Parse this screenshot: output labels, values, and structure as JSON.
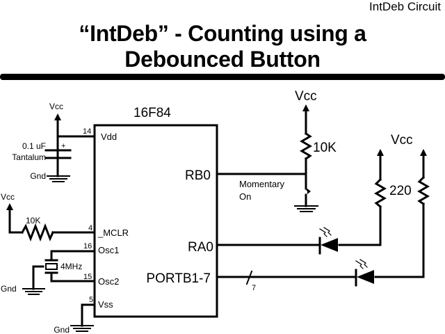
{
  "header": {
    "corner_label": "IntDeb Circuit",
    "title_line1": "“IntDeb” - Counting using a",
    "title_line2": "Debounced Button"
  },
  "chip": {
    "name": "16F84",
    "pins_left": [
      {
        "number": "14",
        "label": "Vdd"
      },
      {
        "number": "4",
        "label": "_MCLR"
      },
      {
        "number": "16",
        "label": "Osc1"
      },
      {
        "number": "15",
        "label": "Osc2"
      },
      {
        "number": "5",
        "label": "Vss"
      }
    ],
    "pins_right": [
      {
        "label": "RB0"
      },
      {
        "label": "RA0"
      },
      {
        "label": "PORTB1-7"
      }
    ]
  },
  "components": {
    "vcc_label": "Vcc",
    "gnd_label": "Gnd",
    "capacitor_value": "0.1 uF",
    "capacitor_type": "Tantalum",
    "capacitor_polarity": "+",
    "mclr_resistor": "10K",
    "crystal": "4MHz",
    "pullup_resistor": "10K",
    "switch_line1": "Momentary",
    "switch_line2": "On",
    "led_resistor": "220",
    "bus_width": "7"
  }
}
